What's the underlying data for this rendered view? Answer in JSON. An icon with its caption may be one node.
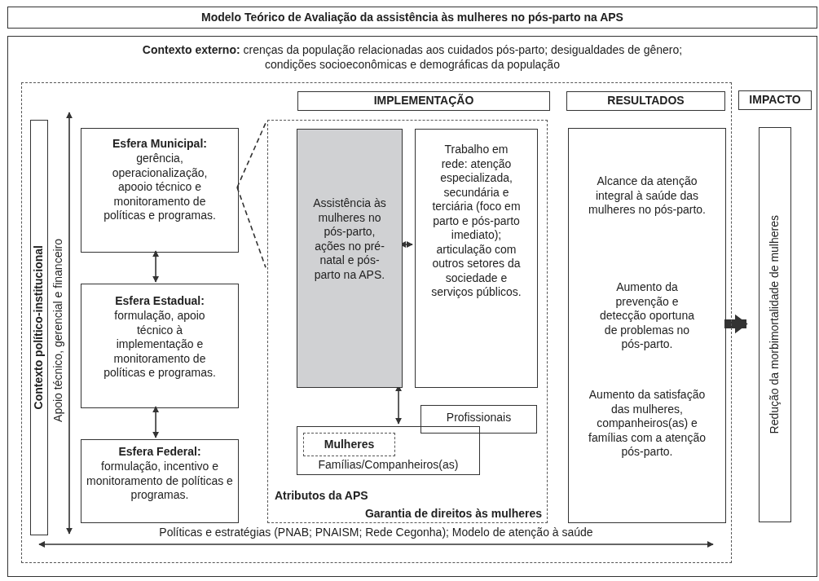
{
  "diagram": {
    "title": "Modelo Teórico de Avaliação da assistência às mulheres no pós-parto na APS",
    "nodes": [
      {
        "text": [
          "**Contexto externo:** crenças da população relacionadas aos cuidados pós-parto; desigualdades de gênero; condições socioeconômicas e demográficas da população"
        ]
      },
      {
        "text": [],
        "shape": "box",
        "in": 0
      },
      {
        "text": [
          "Contexto político-institucional"
        ],
        "in": 1
      },
      {
        "text": [
          "Esfera Municipal:",
          "gerência, operacionalização, apooio técnico e monitoramento de políticas e programas."
        ],
        "in": 1
      },
      {
        "text": [
          "Esfera Estadual:",
          "formulação, apoio técnico à implementação e monitoramento de políticas e programas."
        ],
        "in": 1
      },
      {
        "text": [
          "Esfera Federal:",
          "formulação, incentivo e monitoramento de políticas e programas."
        ],
        "in": 1
      },
      {
        "text": [
          "IMPLEMENTAÇÃO"
        ],
        "in": 1
      },
      {
        "text": [
          "RESULTADOS"
        ],
        "in": 1
      },
      {
        "text": [
          "IMPACTO"
        ],
        "in": 0
      },
      {
        "text": [
          "Atributos da APS",
          "Garantia de direitos às mulheres"
        ],
        "in": 1
      },
      {
        "text": [
          "Assistência às mulheres no pós-parto, ações no pré-natal e pós-parto na APS."
        ],
        "in": 9
      },
      {
        "text": [
          "Trabalho em rede: atenção especializada, secundária e terciária (foco em parto e pós-parto imediato); articulação com outros setores da sociedade e serviços públicos."
        ],
        "in": 9
      },
      {
        "text": [
          "Famílias/Companheiros(as)"
        ],
        "in": 9
      },
      {
        "text": [
          "Mulheres"
        ],
        "in": 12
      },
      {
        "text": [
          "Profissionais"
        ],
        "in": 9
      },
      {
        "text": [
          "Alcance da atenção integral à saúde das mulheres no pós-parto.",
          "Aumento da prevenção e detecção oportuna de problemas no pós-parto.",
          "Aumento da satisfação das mulheres, companheiros(as) e famílias com a atenção pós-parto."
        ],
        "in": 1
      },
      {
        "text": [
          "Redução da morbimortalidade de mulheres"
        ],
        "in": 0
      }
    ],
    "edges": [
      {
        "from": 3,
        "to": 4,
        "arrow": "both"
      },
      {
        "from": 4,
        "to": 5,
        "arrow": "both"
      },
      {
        "from": 3,
        "to": 9,
        "arrow": "none",
        "style": "dashed"
      },
      {
        "from": 3,
        "to": 9,
        "arrow": "none",
        "style": "dashed"
      },
      {
        "from": 10,
        "to": 11,
        "arrow": "both"
      },
      {
        "from": 10,
        "to": 12,
        "arrow": "both"
      },
      {
        "from": 15,
        "to": 16,
        "arrow": "to",
        "style": "thick"
      }
    ],
    "labels": [
      "Apoio técnico, gerencial e financeiro",
      "Políticas e estratégias (PNAB; PNAISM; Rede Cegonha); Modelo de atenção à saúde"
    ]
  }
}
